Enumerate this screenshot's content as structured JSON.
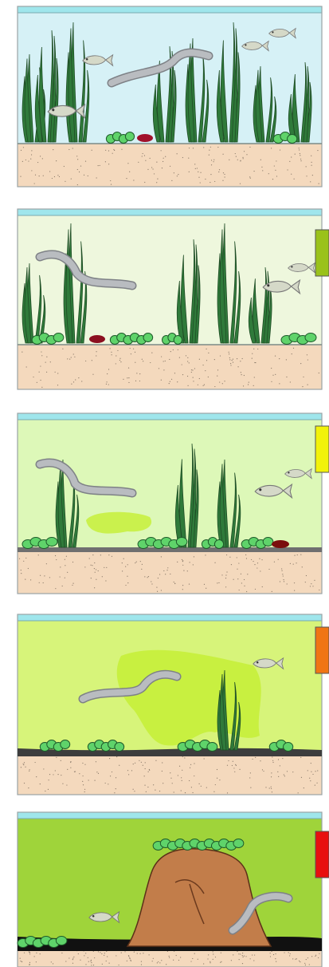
{
  "title": "",
  "legend": [],
  "colors": {
    "surface": "#9fe6ec",
    "sand": "#f4d9bd",
    "plant": "#2f7a3a",
    "plant_light": "#5fd36a",
    "fish": "#d5d9c8",
    "eel": "#b9bcc0",
    "algae": "#c7f03a"
  },
  "stages": [
    {
      "water_color": "#d6f1f6",
      "indicator_color": null,
      "bottom": "clean"
    },
    {
      "water_color": "#eef7dd",
      "indicator_color": "#9ac21a",
      "bottom": "clean"
    },
    {
      "water_color": "#ddf8b8",
      "indicator_color": "#f2f20a",
      "bottom": "thin-sludge"
    },
    {
      "water_color": "#d7f47a",
      "indicator_color": "#f07514",
      "bottom": "sludge"
    },
    {
      "water_color": "#9fd43a",
      "indicator_color": "#e80f0f",
      "bottom": "thick-sludge"
    }
  ]
}
